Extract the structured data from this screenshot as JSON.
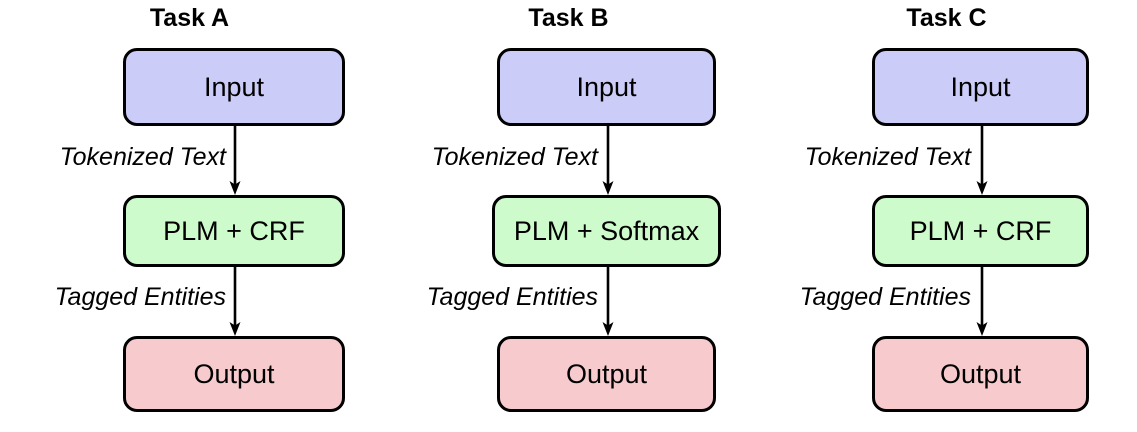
{
  "figure": {
    "type": "flowchart-triptych",
    "background": "#ffffff",
    "colors": {
      "input_fill": "#ccccf9",
      "model_fill": "#cefbcb",
      "output_fill": "#f7cbcd",
      "stroke": "#000000",
      "text": "#000000"
    }
  },
  "panels": [
    {
      "title": "Task A",
      "nodes": {
        "input": "Input",
        "model": "PLM + CRF",
        "output": "Output"
      },
      "edges": {
        "input_to_model": "Tokenized Text",
        "model_to_output": "Tagged Entities"
      }
    },
    {
      "title": "Task B",
      "nodes": {
        "input": "Input",
        "model": "PLM + Softmax",
        "output": "Output"
      },
      "edges": {
        "input_to_model": "Tokenized Text",
        "model_to_output": "Tagged Entities"
      }
    },
    {
      "title": "Task C",
      "nodes": {
        "input": "Input",
        "model": "PLM + CRF",
        "output": "Output"
      },
      "edges": {
        "input_to_model": "Tokenized Text",
        "model_to_output": "Tagged Entities"
      }
    }
  ]
}
